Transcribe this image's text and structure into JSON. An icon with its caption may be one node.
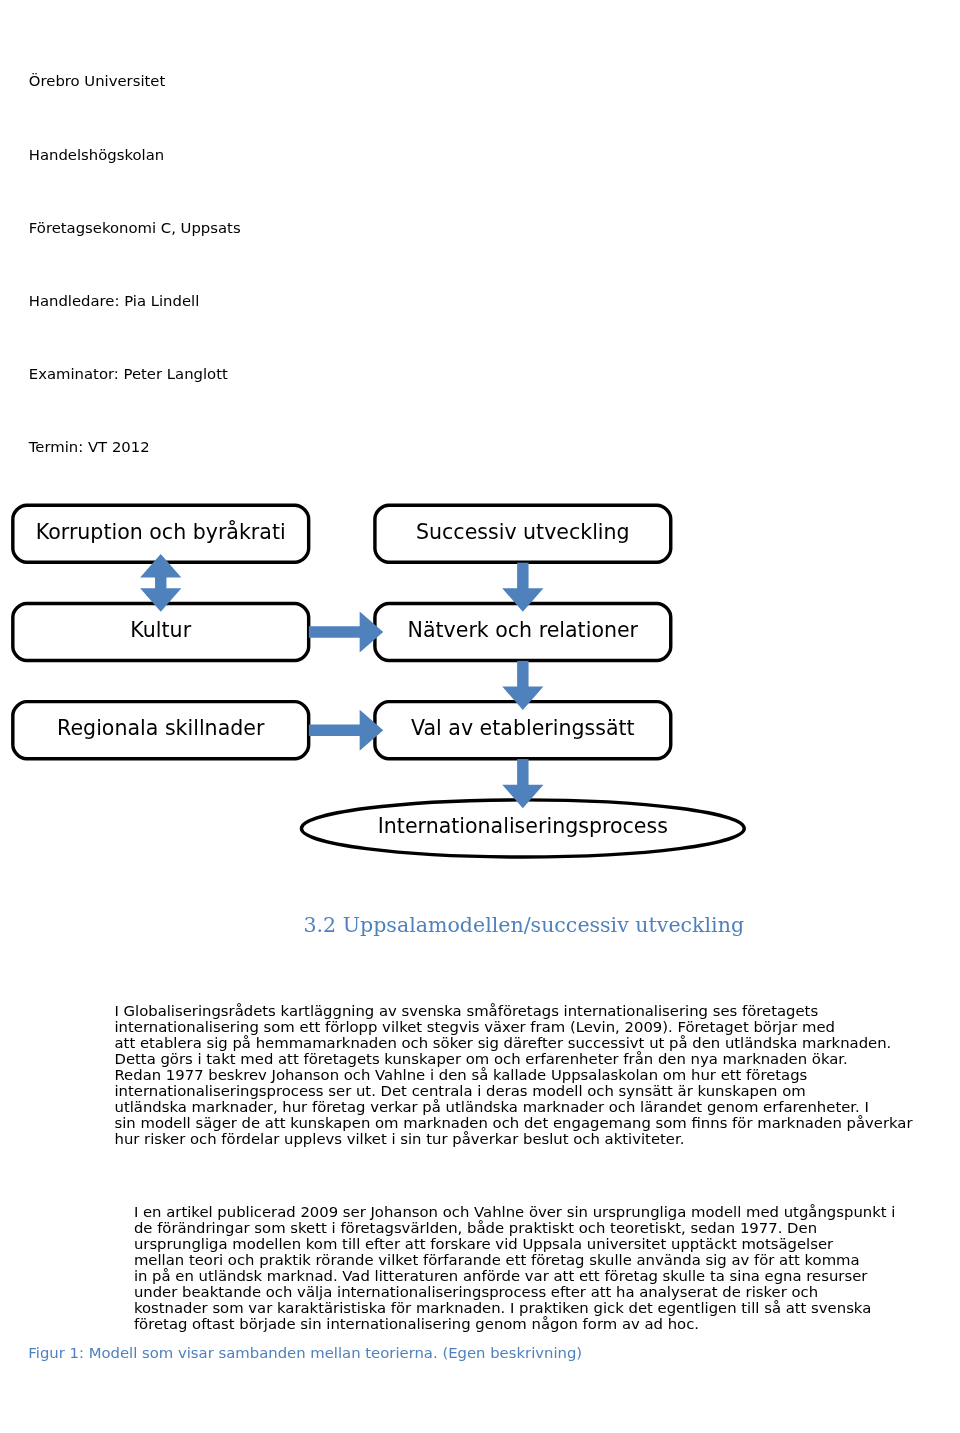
{
  "diagram": {
    "caption": "Figur 1: Modell som visar sambanden mellan teorierna. (Egen beskrivning)",
    "nodes": [
      {
        "text": [
          "Korruption och byråkrati"
        ]
      },
      {
        "text": [
          "Successiv utveckling"
        ]
      },
      {
        "text": [
          "Kultur"
        ]
      },
      {
        "text": [
          "Nätverk och relationer"
        ]
      },
      {
        "text": [
          "Regionala skillnader"
        ]
      },
      {
        "text": [
          "Val av etableringssätt"
        ]
      },
      {
        "text": [
          "Internationaliseringsprocess"
        ]
      }
    ],
    "edges": [
      {
        "from": 0,
        "to": 2,
        "arrow": "both"
      },
      {
        "from": 1,
        "to": 3,
        "arrow": "to"
      },
      {
        "from": 2,
        "to": 3,
        "arrow": "to"
      },
      {
        "from": 3,
        "to": 5,
        "arrow": "to"
      },
      {
        "from": 4,
        "to": 5,
        "arrow": "to"
      },
      {
        "from": 5,
        "to": 6,
        "arrow": "to"
      }
    ],
    "labels": [
      "Örebro Universitet",
      "Handelshögskolan",
      "Företagsekonomi C, Uppsats",
      "Handledare: Pia Lindell",
      "Examinator: Peter Langlott",
      "Termin: VT 2012",
      "3.2 Uppsalamodellen/successiv utveckling",
      "I Globaliseringsrådets kartläggning av svenska småföretags internationalisering ses företagets internationalisering som ett förlopp vilket stegvis växer fram (Levin, 2009). Företaget börjar med att etablera sig på hemmamarknaden och söker sig därefter successivt ut på den utländska marknaden. Detta görs i takt med att företagets kunskaper om och erfarenheter från den nya marknaden ökar. Redan 1977 beskrev Johanson och Vahlne i den så kallade Uppsalaskolan om hur ett företags internationaliseringsprocess ser ut. Det centrala i deras modell och synsätt är kunskapen om utländska marknader, hur företag verkar på utländska marknader och lärandet genom erfarenheter. I sin modell säger de att kunskapen om marknaden och det engagemang som finns för marknaden påverkar hur risker och fördelar upplevs vilket i sin tur påverkar beslut och aktiviteter.",
      "I en artikel publicerad 2009 ser Johanson och Vahlne över sin ursprungliga modell med utgångspunkt i de förändringar som skett i företagsvärlden, både praktiskt och teoretiskt, sedan 1977. Den ursprungliga modellen kom till efter att forskare vid Uppsala universitet upptäckt motsägelser mellan teori och praktik rörande vilket förfarande ett företag skulle använda sig av för att komma in på en utländsk marknad. Vad litteraturen anförde var att ett företag skulle ta sina egna resurser under beaktande och välja internationaliseringsprocess efter att ha analyserat de risker och kostnader som var karaktäristiska för marknaden. I praktiken gick det egentligen till så att svenska företag oftast började sin internationalisering genom någon form av ad hoc."
    ]
  }
}
